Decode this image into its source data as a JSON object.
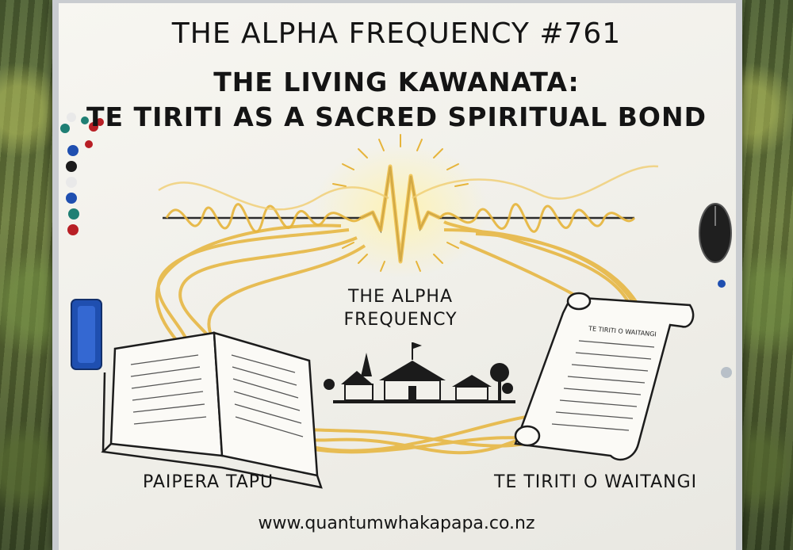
{
  "title": {
    "line1": "THE ALPHA FREQUENCY #761",
    "line2": "THE LIVING KAWANATA:",
    "line3": "TE TIRITI AS A SACRED SPIRITUAL BOND"
  },
  "center": {
    "line1": "THE ALPHA",
    "line2": "FREQUENCY"
  },
  "labels": {
    "book": "PAIPERA TAPU",
    "treaty": "TE TIRITI O WAITANGI",
    "scroll_heading": "TE TIRITI O WAITANGI"
  },
  "footer": {
    "url": "www.quantumwhakapapa.co.nz"
  },
  "colors": {
    "gold": "#e8b63a",
    "gold_light": "#f3d67a",
    "ink": "#161616",
    "board": "#f3f2ec"
  },
  "icons": {
    "book": "open-book-icon",
    "scroll": "scroll-icon",
    "buildings": "marae-church-icon",
    "eraser": "eraser-icon",
    "mouse": "mouse-icon",
    "magnets": "magnet-icon"
  }
}
